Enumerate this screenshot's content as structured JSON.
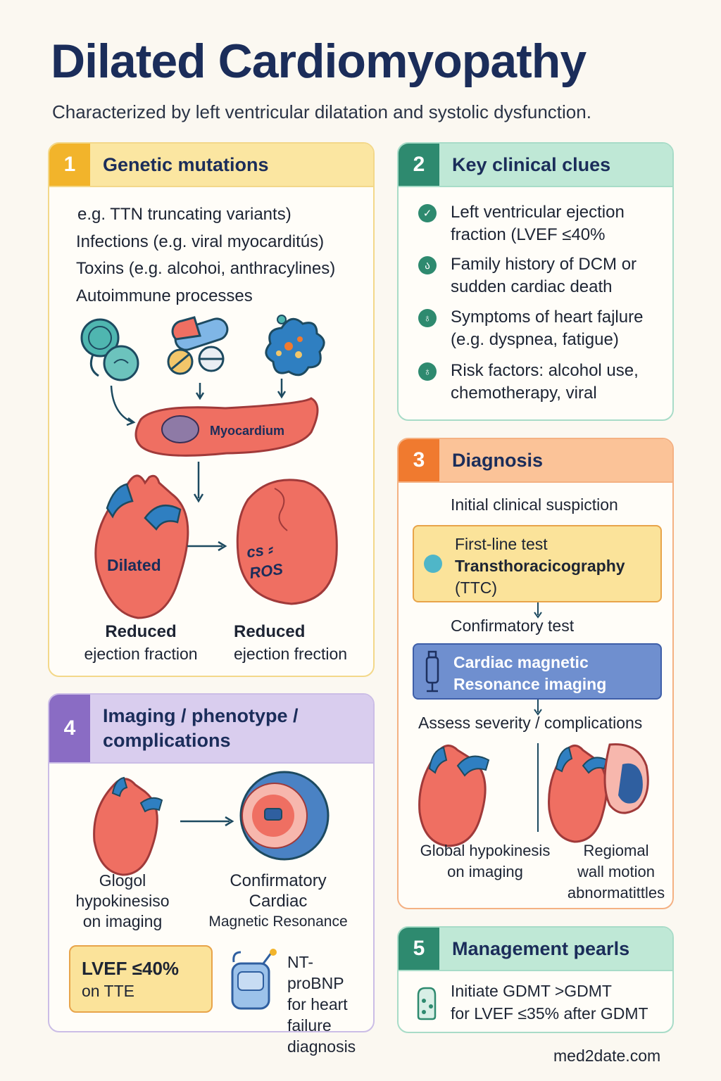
{
  "title": "Dilated Cardiomyopathy",
  "subtitle": "Characterized by left ventricular dilatation and systolic dysfunction.",
  "colors": {
    "title": "#1b2d5a",
    "card1_accent": "#f2b42b",
    "card2_accent": "#2e8a6f",
    "card3_accent": "#f07a2f",
    "card4_accent": "#8a6cc4",
    "heart": "#ef6f62",
    "vessel": "#2f7fc1"
  },
  "card1": {
    "number": "1",
    "heading": "Genetic mutations",
    "lines": [
      "e.g. TTN truncating variants)",
      "Infections (e.g. viral myocarditús)",
      "Toxins (e.g. alcohoi, anthracylines)",
      "Autoimmune processes"
    ],
    "myocardium_label": "Myocardium",
    "heart_left_label": "Dilated",
    "heart_right_text": "cs ⸗ ROS",
    "caption_left_bold": "Reduced",
    "caption_left": "ejection fraction",
    "caption_right_bold": "Reduced",
    "caption_right": "ejection frection",
    "icons": [
      "virus-icon",
      "pill-icon",
      "toxin-cell-icon"
    ]
  },
  "card2": {
    "number": "2",
    "heading": "Key clinical clues",
    "clues": [
      {
        "icon": "check-icon",
        "glyph": "✓",
        "text": "Left ventricular ejection fraction (LVEF ≤40%"
      },
      {
        "icon": "clue-icon",
        "glyph": "ა",
        "text": "Family history of DCM or sudden cardiac death"
      },
      {
        "icon": "clue-icon",
        "glyph": "♁",
        "text": "Symptoms of heart fajlure (e.g. dyspnea, fatigue)"
      },
      {
        "icon": "clue-icon",
        "glyph": "♁",
        "text": "Risk factors: alcohol use, chemotherapy, viral"
      }
    ]
  },
  "card3": {
    "number": "3",
    "heading": "Diagnosis",
    "initial": "Initial clinical suspiction",
    "first_line_l1": "First-line test",
    "first_line_l2": "Transthoracicography",
    "first_line_l3": "(TTC)",
    "confirmatory": "Confirmatory test",
    "cmr_l1": "Cardiac magnetic",
    "cmr_l2": "Resonance imaging",
    "assess": "Assess severity / complications",
    "global_l1": "Global hypokinesis",
    "global_l2": "on imaging",
    "regional_l1": "Regiomal",
    "regional_l2": "wall motion",
    "regional_l3": "abnormatittles"
  },
  "card4": {
    "number": "4",
    "heading_l1": "Imaging / phenotype /",
    "heading_l2": "complications",
    "left_l1": "Glogol",
    "left_l2": "hypokinesiso",
    "left_l3": "on imaging",
    "right_l1": "Confirmatory",
    "right_l2": "Cardiac",
    "right_l3": "Magnetic Resonance",
    "lvef_l1": "LVEF ≤40%",
    "lvef_l2": "on TTE",
    "bnp_l1": "NT-",
    "bnp_l2": "proBNP",
    "bnp_l3": "for heart",
    "bnp_l4": "failure",
    "bnp_l5": "diagnosis"
  },
  "card5": {
    "number": "5",
    "heading": "Management pearls",
    "line1": "Initiate GDMT  >GDMT",
    "line2": "for LVEF ≤35% after GDMT"
  },
  "footer": "med2date.com"
}
